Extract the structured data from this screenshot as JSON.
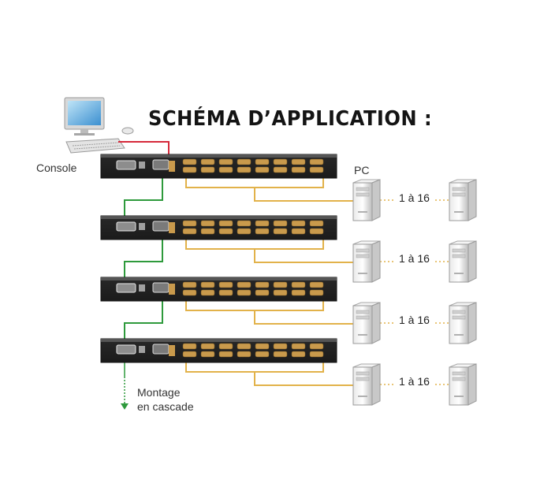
{
  "title": "SCHÉMA D’APPLICATION :",
  "console_label": "Console",
  "pc_label": "PC",
  "rows": [
    {
      "range_label": "1 à 16"
    },
    {
      "range_label": "1 à 16"
    },
    {
      "range_label": "1 à 16"
    },
    {
      "range_label": "1 à 16"
    }
  ],
  "cascade": {
    "line1": "Montage",
    "line2": "en cascade"
  },
  "colors": {
    "console_cable": "#d6293a",
    "cascade_cable": "#2e9a3c",
    "pc_cable": "#e2b24a",
    "switch_body": "#2b2b2b",
    "port": "#c99a4c"
  },
  "icons": [
    "computer-icon",
    "keyboard-icon",
    "mouse-icon",
    "kvm-switch-icon",
    "server-tower-icon",
    "arrow-down-icon"
  ]
}
